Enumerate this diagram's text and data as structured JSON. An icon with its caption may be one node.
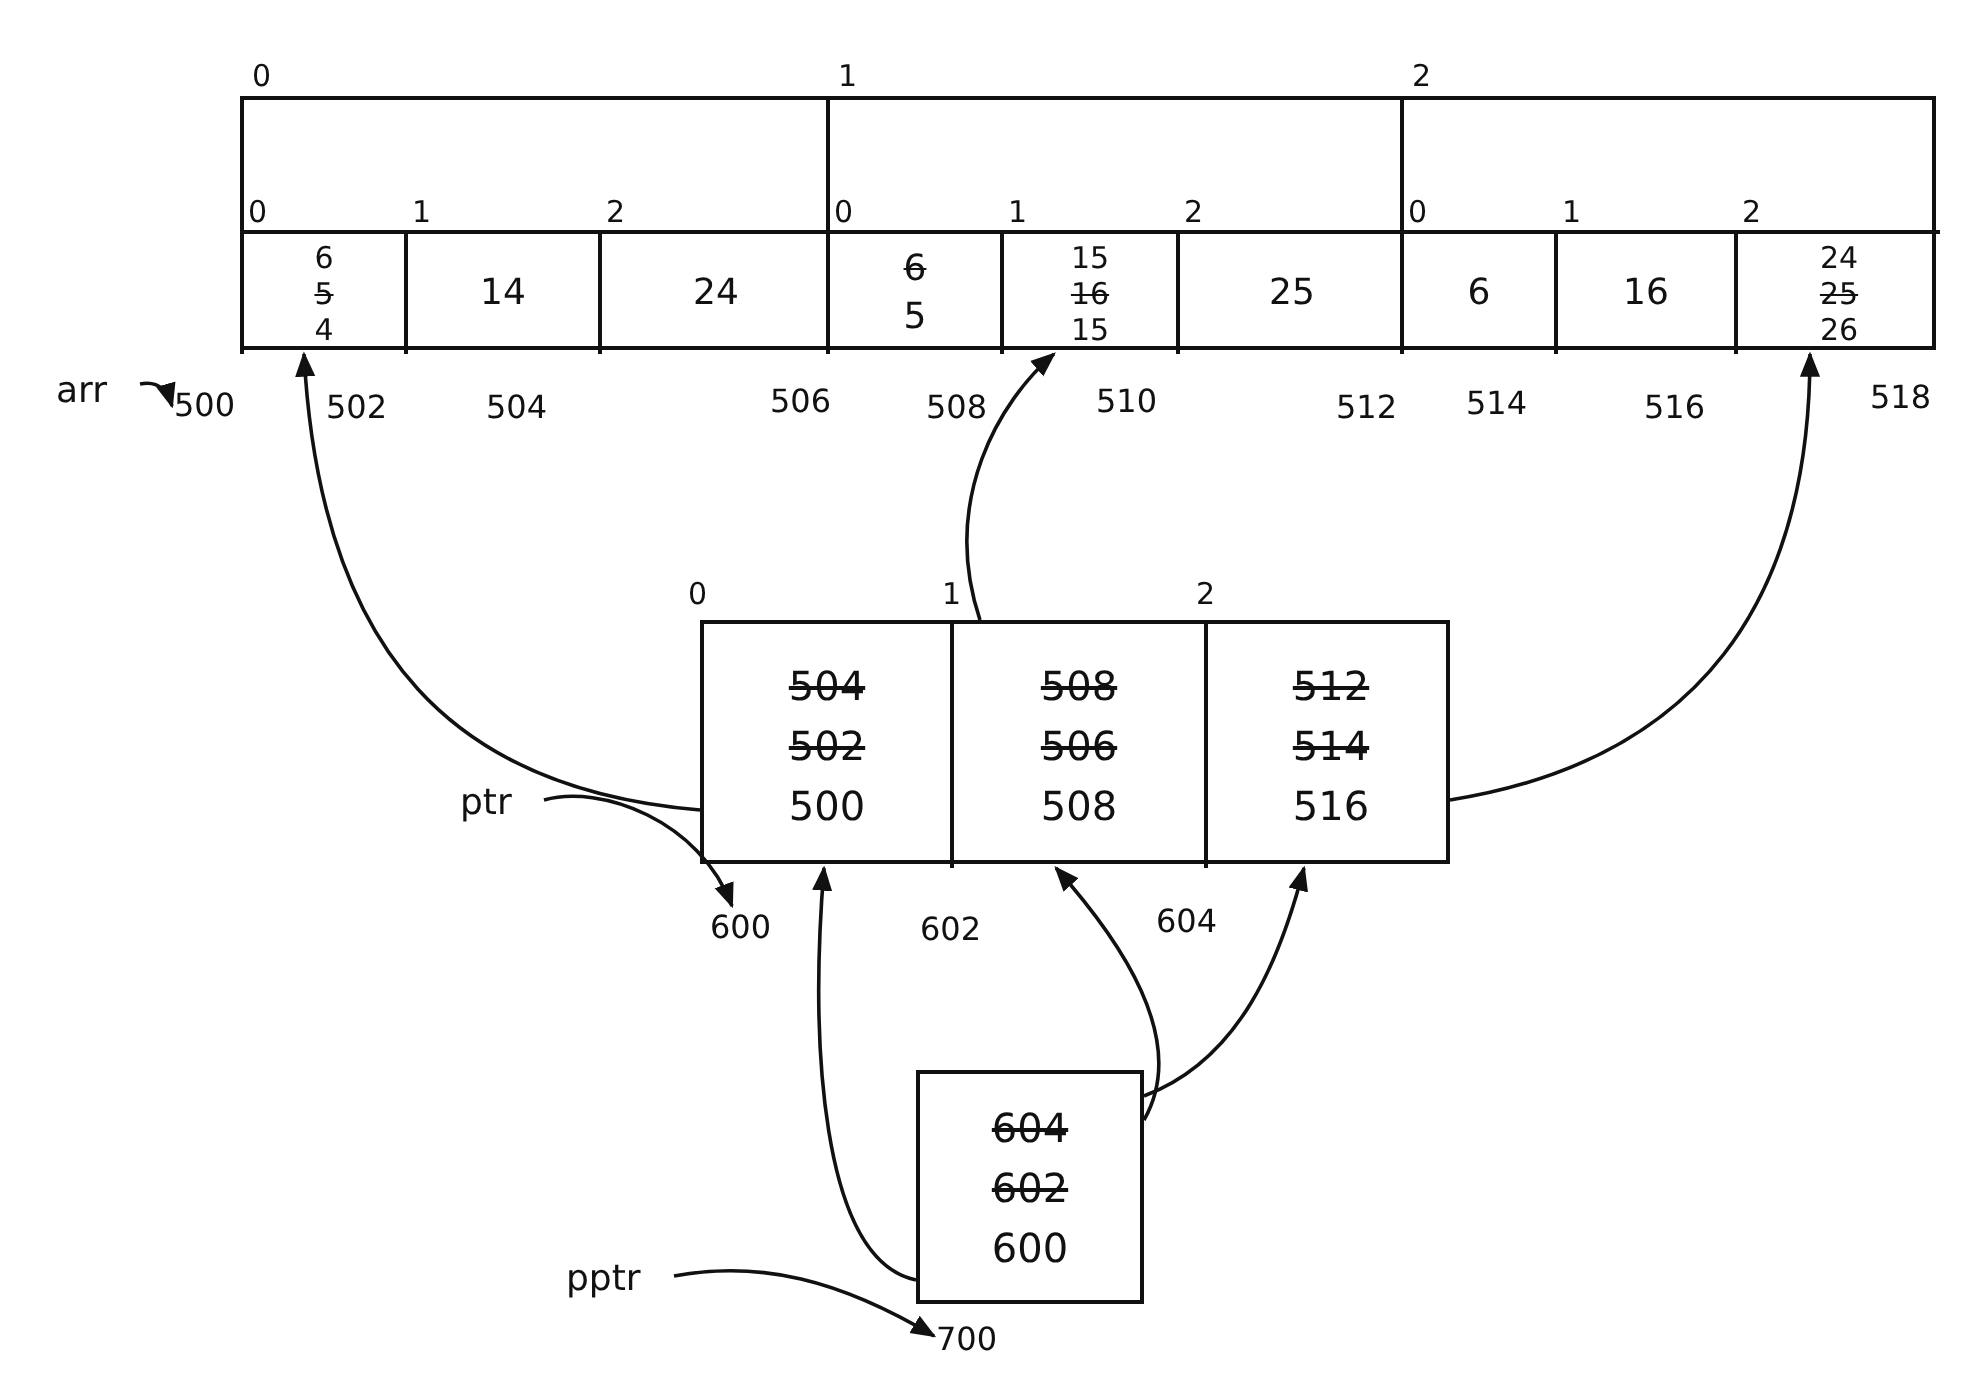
{
  "diagram": {
    "nodes": [
      {
        "text": [],
        "shape": "box"
      },
      {
        "text": [],
        "shape": "box",
        "in": 0,
        "beside": [
          "0"
        ]
      },
      {
        "text": [
          "6",
          "5",
          "4"
        ],
        "in": 1,
        "beside": [
          "0"
        ]
      },
      {
        "text": [
          "14"
        ],
        "in": 1,
        "beside": [
          "1"
        ]
      },
      {
        "text": [
          "24"
        ],
        "in": 1,
        "beside": [
          "2"
        ]
      },
      {
        "text": [],
        "shape": "box",
        "in": 0,
        "beside": [
          "1"
        ]
      },
      {
        "text": [
          "6",
          "5"
        ],
        "in": 5,
        "beside": [
          "0"
        ]
      },
      {
        "text": [
          "15",
          "16",
          "15"
        ],
        "in": 5,
        "beside": [
          "1"
        ]
      },
      {
        "text": [
          "25"
        ],
        "in": 5,
        "beside": [
          "2"
        ]
      },
      {
        "text": [],
        "shape": "box",
        "in": 0,
        "beside": [
          "2"
        ]
      },
      {
        "text": [
          "6"
        ],
        "in": 9,
        "beside": [
          "0"
        ]
      },
      {
        "text": [
          "16"
        ],
        "in": 9,
        "beside": [
          "1"
        ]
      },
      {
        "text": [
          "24",
          "25",
          "26"
        ],
        "in": 9,
        "beside": [
          "2"
        ]
      },
      {
        "text": [],
        "shape": "box"
      },
      {
        "text": [
          "504",
          "502",
          "500"
        ],
        "in": 13,
        "beside": [
          "0"
        ]
      },
      {
        "text": [
          "508",
          "506",
          "508"
        ],
        "in": 13,
        "beside": [
          "1"
        ]
      },
      {
        "text": [
          "512",
          "514",
          "516"
        ],
        "in": 13,
        "beside": [
          "2"
        ]
      },
      {
        "text": [
          "604",
          "602",
          "600"
        ]
      },
      {
        "text": [
          "arr"
        ]
      },
      {
        "text": [
          "ptr"
        ]
      },
      {
        "text": [
          "pptr"
        ]
      },
      {
        "text": [
          "500"
        ]
      },
      {
        "text": [
          "600"
        ]
      },
      {
        "text": [
          "700"
        ]
      }
    ],
    "edges": [
      {
        "from": 14,
        "to": 2,
        "arrow": "to"
      },
      {
        "from": 15,
        "to": 7,
        "arrow": "to"
      },
      {
        "from": 16,
        "to": 12,
        "arrow": "to"
      },
      {
        "from": 17,
        "to": 14,
        "arrow": "to"
      },
      {
        "from": 17,
        "to": 15,
        "arrow": "to"
      },
      {
        "from": 17,
        "to": 16,
        "arrow": "to"
      },
      {
        "from": 18,
        "to": 21,
        "arrow": "to"
      },
      {
        "from": 19,
        "to": 22,
        "arrow": "to"
      },
      {
        "from": 20,
        "to": 23,
        "arrow": "to"
      }
    ],
    "labels": [
      "502",
      "504",
      "506",
      "508",
      "510",
      "512",
      "514",
      "516",
      "518",
      "602",
      "604"
    ]
  }
}
